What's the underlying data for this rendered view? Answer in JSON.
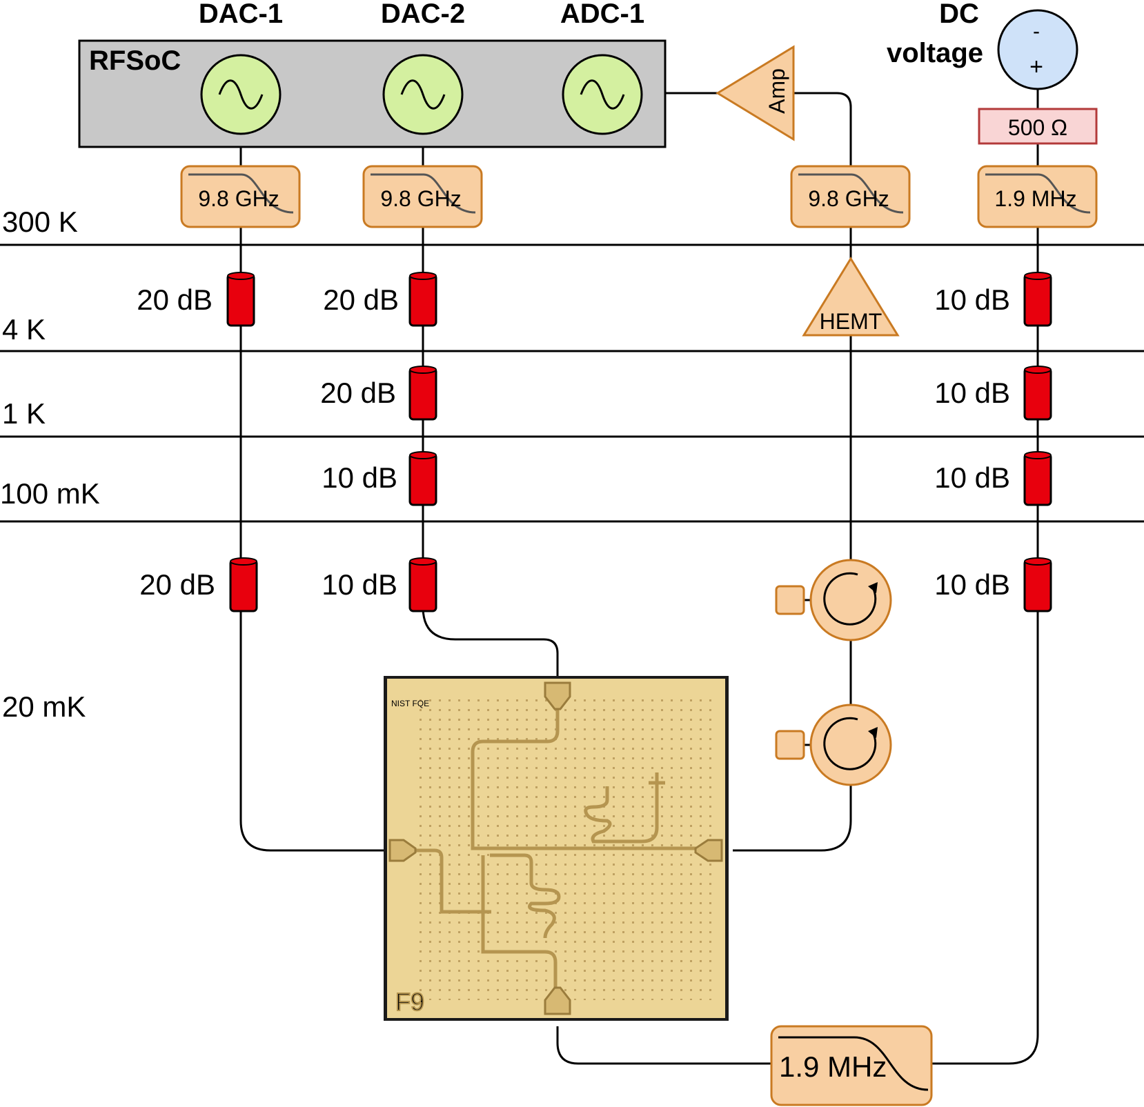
{
  "headers": {
    "dac1": "DAC-1",
    "dac2": "DAC-2",
    "adc1": "ADC-1",
    "dc_line1": "DC",
    "dc_line2": "voltage"
  },
  "rfsoc_label": "RFSoC",
  "dc_source": {
    "minus": "-",
    "plus": "+"
  },
  "resistor_label": "500 Ω",
  "amp_label": "Amp",
  "hemt_label": "HEMT",
  "filters": {
    "dac1": "9.8 GHz",
    "dac2": "9.8 GHz",
    "adc1": "9.8 GHz",
    "dc": "1.9 MHz",
    "bottom": "1.9 MHz"
  },
  "stages": [
    "300 K",
    "4 K",
    "1 K",
    "100 mK",
    "20 mK"
  ],
  "attenuators": {
    "dac1_4k": "20 dB",
    "dac2_4k": "20 dB",
    "dc_4k": "10 dB",
    "dac2_1k": "20 dB",
    "dc_1k": "10 dB",
    "dac2_100mk": "10 dB",
    "dc_100mk": "10 dB",
    "dac1_20mk": "20 dB",
    "dac2_20mk": "10 dB",
    "dc_20mk": "10 dB"
  },
  "chip": {
    "label": "NIST FQE",
    "id": "F9"
  },
  "colors": {
    "rfsoc_fill": "#c8c8c8",
    "oscillator_fill": "#d4f0a0",
    "oscillator_stroke": "#d68a2c",
    "component_fill": "#f8cfa2",
    "component_stroke": "#c97a22",
    "attenuator_fill": "#e8000d",
    "dc_source_fill": "#cfe2f9",
    "resistor_fill": "#f9d5d5",
    "resistor_stroke": "#b33a3a",
    "chip_fill": "#ecd596",
    "chip_trace": "#b59550"
  }
}
